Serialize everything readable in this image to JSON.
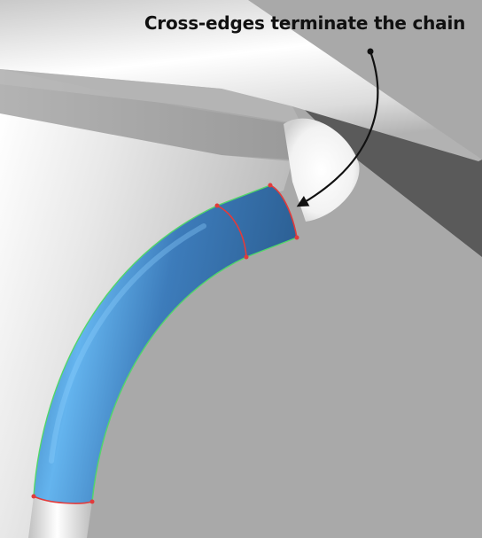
{
  "annotation": {
    "text": "Cross-edges terminate the chain"
  },
  "colors": {
    "background_face": "#a9a9a9",
    "dark_face": "#5a5a5a",
    "selected_fillet": "#3e7ab6",
    "fillet_highlight": "#64b4ee",
    "edge_green": "#52d66a",
    "edge_red": "#e23b3b",
    "arrow": "#111111"
  },
  "scene": {
    "chain_segments_selected": 2,
    "terminating_cross_edges": 1
  }
}
